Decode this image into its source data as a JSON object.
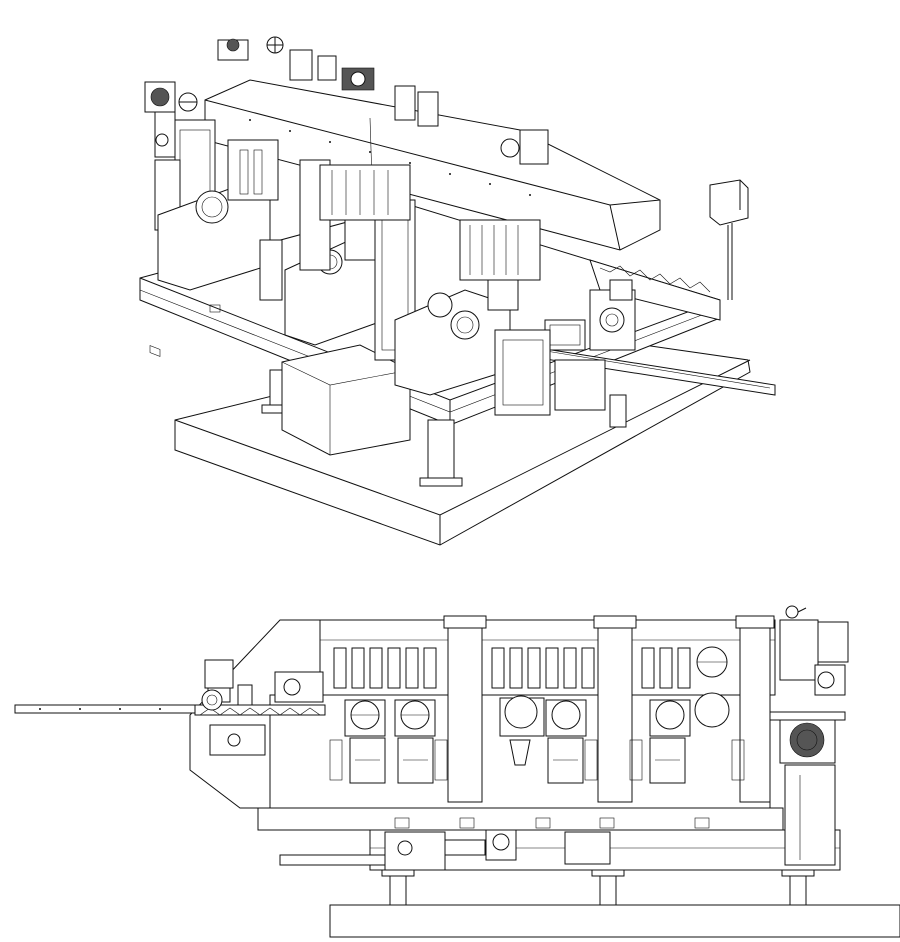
{
  "figure": {
    "views": [
      {
        "name": "isometric-view",
        "heads": 3
      },
      {
        "name": "front-elevation-view",
        "heads": 6
      }
    ],
    "colors": {
      "line": "#111111",
      "background": "#ffffff",
      "shade": "#e9e9e9"
    }
  }
}
